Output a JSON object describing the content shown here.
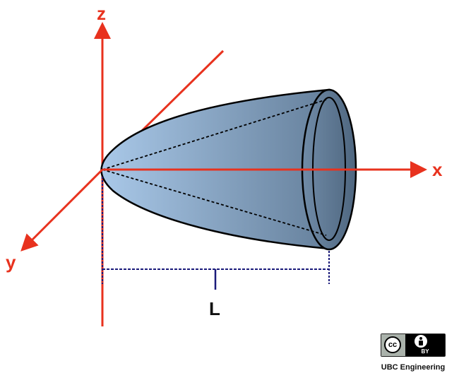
{
  "axes": {
    "x_label": "x",
    "y_label": "y",
    "z_label": "z",
    "color": "#e8321e"
  },
  "dimension": {
    "label": "L",
    "color": "#1a1a7a"
  },
  "shape": {
    "fill_light": "#a9c8e8",
    "fill_dark": "#5d7792",
    "outline": "#000000"
  },
  "license": {
    "cc_text": "cc",
    "by_text": "BY",
    "credit": "UBC Engineering"
  }
}
